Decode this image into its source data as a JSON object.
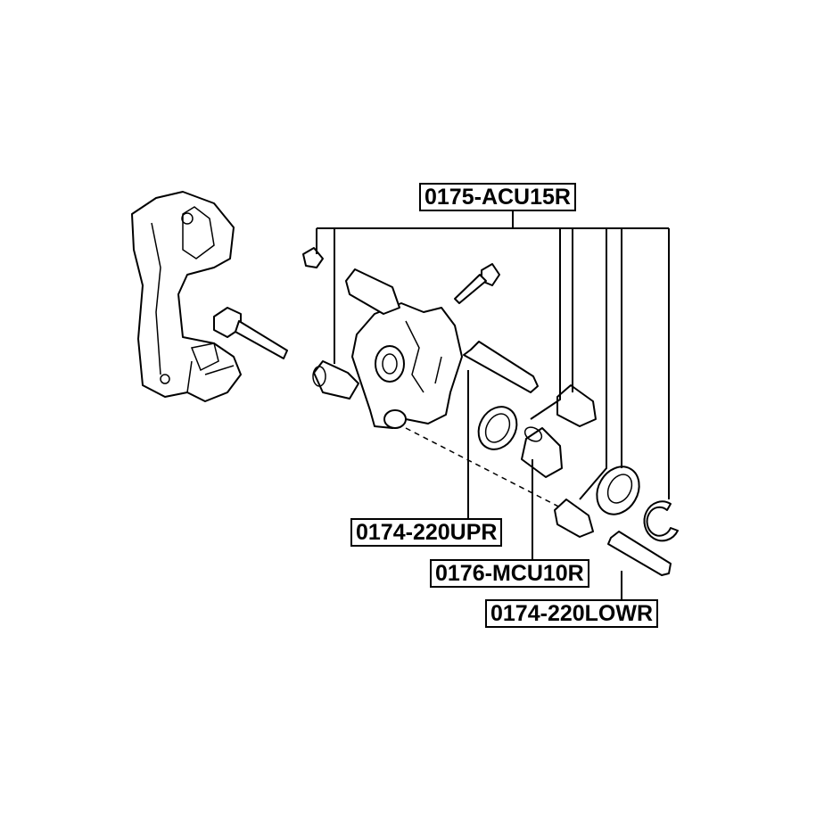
{
  "diagram": {
    "labels": {
      "caliper_kit": "0175-ACU15R",
      "upper_pin": "0174-220UPR",
      "piston": "0176-MCU10R",
      "lower_pin": "0174-220LOWR"
    }
  }
}
